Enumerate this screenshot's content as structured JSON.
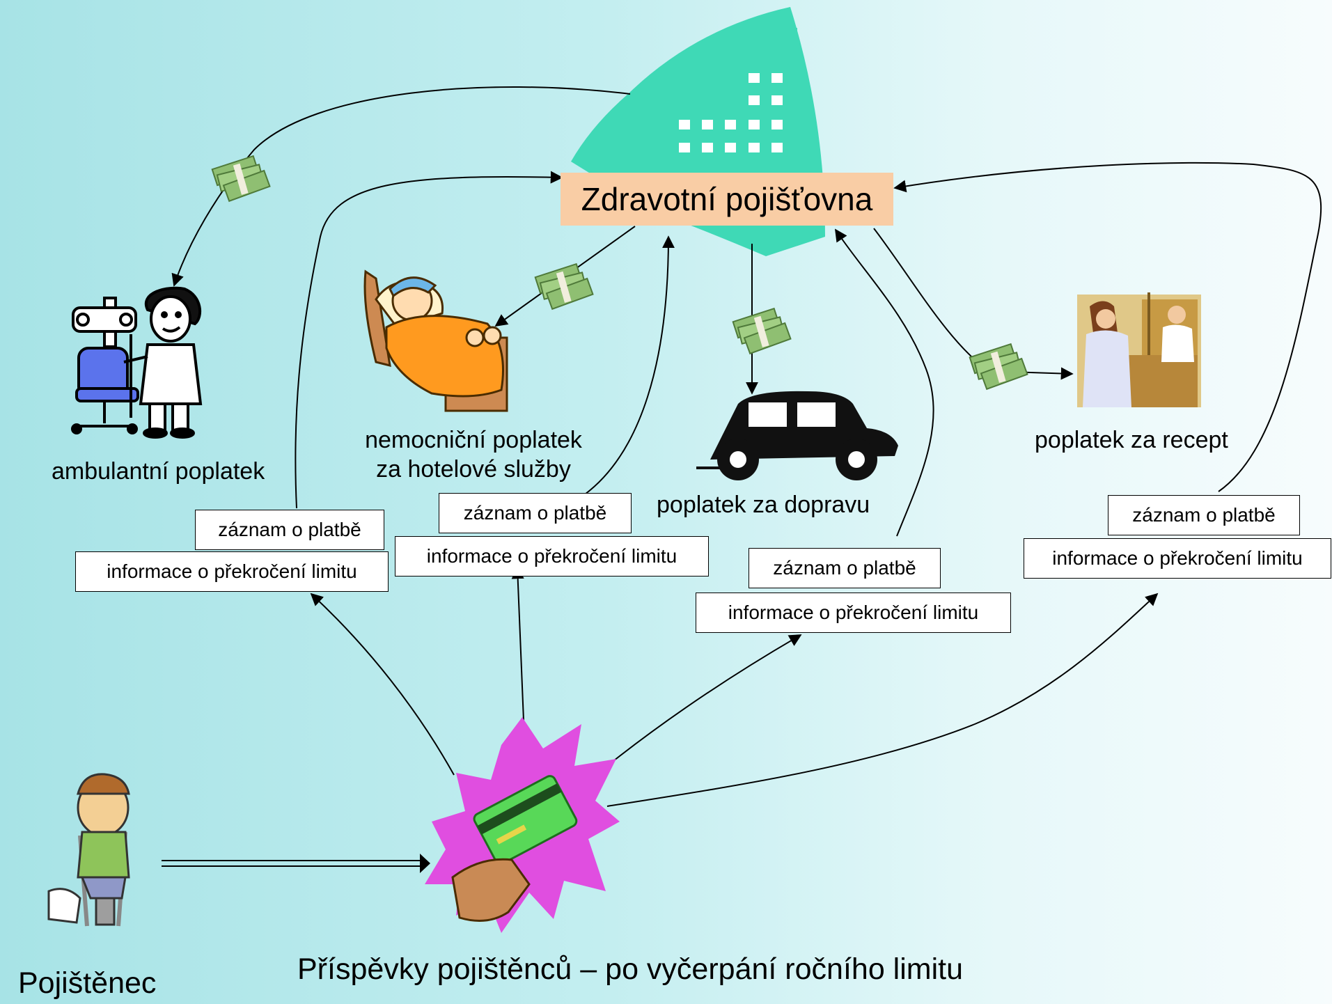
{
  "insurer": {
    "label": "Zdravotní pojišťovna"
  },
  "providers": {
    "ambulant": "ambulantní poplatek",
    "hospital_line1": "nemocniční poplatek",
    "hospital_line2": "za hotelové služby",
    "transport": "poplatek za dopravu",
    "prescription": "poplatek za recept"
  },
  "records": {
    "payment_record": "záznam o platbě",
    "limit_info": "informace o překročení limitu"
  },
  "insured": {
    "label": "Pojištěnec"
  },
  "caption": "Příspěvky pojištěnců – po vyčerpání ročního limitu",
  "icons": {
    "building": "hospital-building-icon",
    "money": "money-stack-icon",
    "doctor": "ophthalmologist-icon",
    "patient": "sick-patient-bed-icon",
    "car": "vintage-car-icon",
    "pharmacy": "pharmacy-counter-icon",
    "card": "credit-card-burst-icon",
    "injured": "injured-boy-crutches-icon"
  },
  "colors": {
    "building": "#3fd9b6",
    "insurer_box": "#f9cda5",
    "burst": "#e04ee0",
    "card": "#58d858"
  }
}
